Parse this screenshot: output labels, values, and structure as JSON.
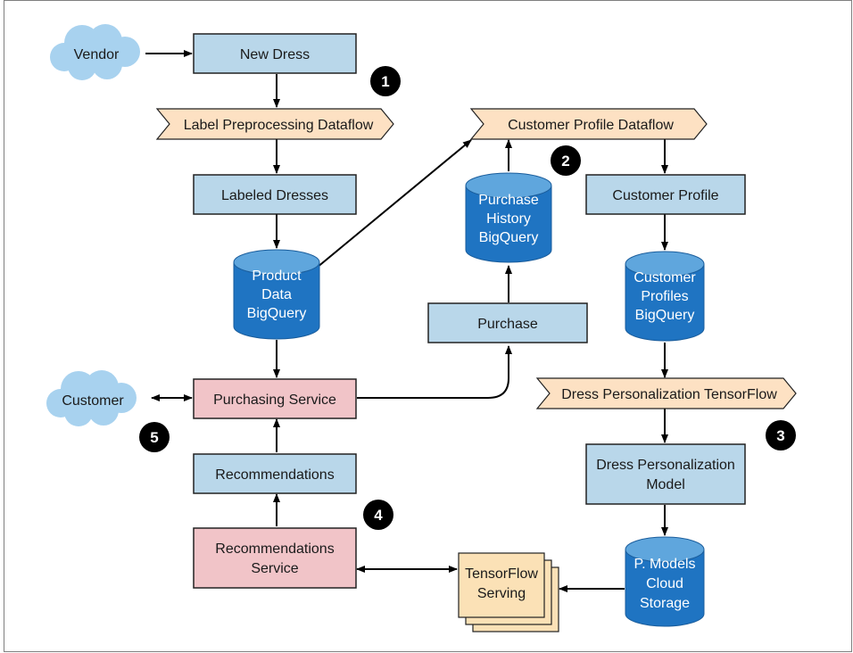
{
  "nodes": {
    "vendor": "Vendor",
    "new_dress": "New Dress",
    "label_dataflow": "Label Preprocessing Dataflow",
    "labeled_dresses": "Labeled Dresses",
    "product_data": [
      "Product",
      "Data",
      "BigQuery"
    ],
    "purchasing_service": "Purchasing Service",
    "customer": "Customer",
    "recommendations": "Recommendations",
    "recommendations_service": [
      "Recommendations",
      "Service"
    ],
    "customer_profile_dataflow": "Customer Profile Dataflow",
    "purchase_history": [
      "Purchase",
      "History",
      "BigQuery"
    ],
    "purchase": "Purchase",
    "customer_profile": "Customer Profile",
    "customer_profiles": [
      "Customer",
      "Profiles",
      "BigQuery"
    ],
    "dress_personalization_tf": "Dress Personalization TensorFlow",
    "dress_personalization_model": [
      "Dress Personalization",
      "Model"
    ],
    "p_models": [
      "P. Models",
      "Cloud",
      "Storage"
    ],
    "tf_serving": [
      "TensorFlow",
      "Serving"
    ]
  },
  "badges": [
    "1",
    "2",
    "3",
    "4",
    "5"
  ],
  "colors": {
    "box_blue": "#b9d7ea",
    "box_pink": "#f1c4c8",
    "banner": "#fde1c3",
    "cylinder": "#1f74c2",
    "cylinder_top": "#5fa6dd",
    "cloud": "#a8d2ef",
    "stack": "#fbe1b6",
    "badge": "#000000"
  }
}
